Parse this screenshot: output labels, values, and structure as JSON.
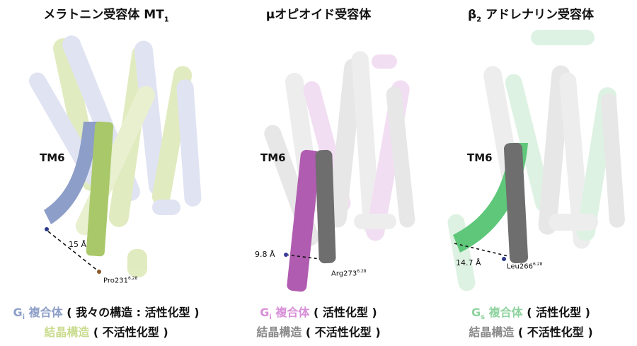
{
  "panels": [
    {
      "title": "メラトニン受容体 MT",
      "title_sub": "1",
      "tm6_label": "TM6",
      "distance_label": "15 Å",
      "residue_label": "Pro231",
      "residue_sup": "6.28",
      "caption1_prefix": "G",
      "caption1_sub": "i",
      "caption1_complex": " 複合体",
      "caption1_rest": " ( 我々の構造 : 活性化型 )",
      "caption2_name": "結晶構造",
      "caption2_rest": " ( 不活性化型 )",
      "colors": {
        "active": "#8d9ec8",
        "inactive": "#c9dc8e"
      }
    },
    {
      "title": "μオピオイド受容体",
      "title_sub": "",
      "tm6_label": "TM6",
      "distance_label": "9.8 Å",
      "residue_label": "Arg273",
      "residue_sup": "6.28",
      "caption1_prefix": "G",
      "caption1_sub": "i",
      "caption1_complex": " 複合体",
      "caption1_rest": " ( 活性化型 )",
      "caption2_name": "結晶構造",
      "caption2_rest": " ( 不活性化型 )",
      "colors": {
        "active": "#b05cb0",
        "inactive": "#6e6e6e"
      }
    },
    {
      "title": "β",
      "title_sub": "2",
      "title_rest": " アドレナリン受容体",
      "tm6_label": "TM6",
      "distance_label": "14.7 Å",
      "residue_label": "Leu266",
      "residue_sup": "6.28",
      "caption1_prefix": "G",
      "caption1_sub": "s",
      "caption1_complex": " 複合体",
      "caption1_rest": " ( 活性化型 )",
      "caption2_name": "結晶構造",
      "caption2_rest": " ( 不活性化型 )",
      "colors": {
        "active": "#5fc77a",
        "inactive": "#6e6e6e"
      }
    }
  ]
}
